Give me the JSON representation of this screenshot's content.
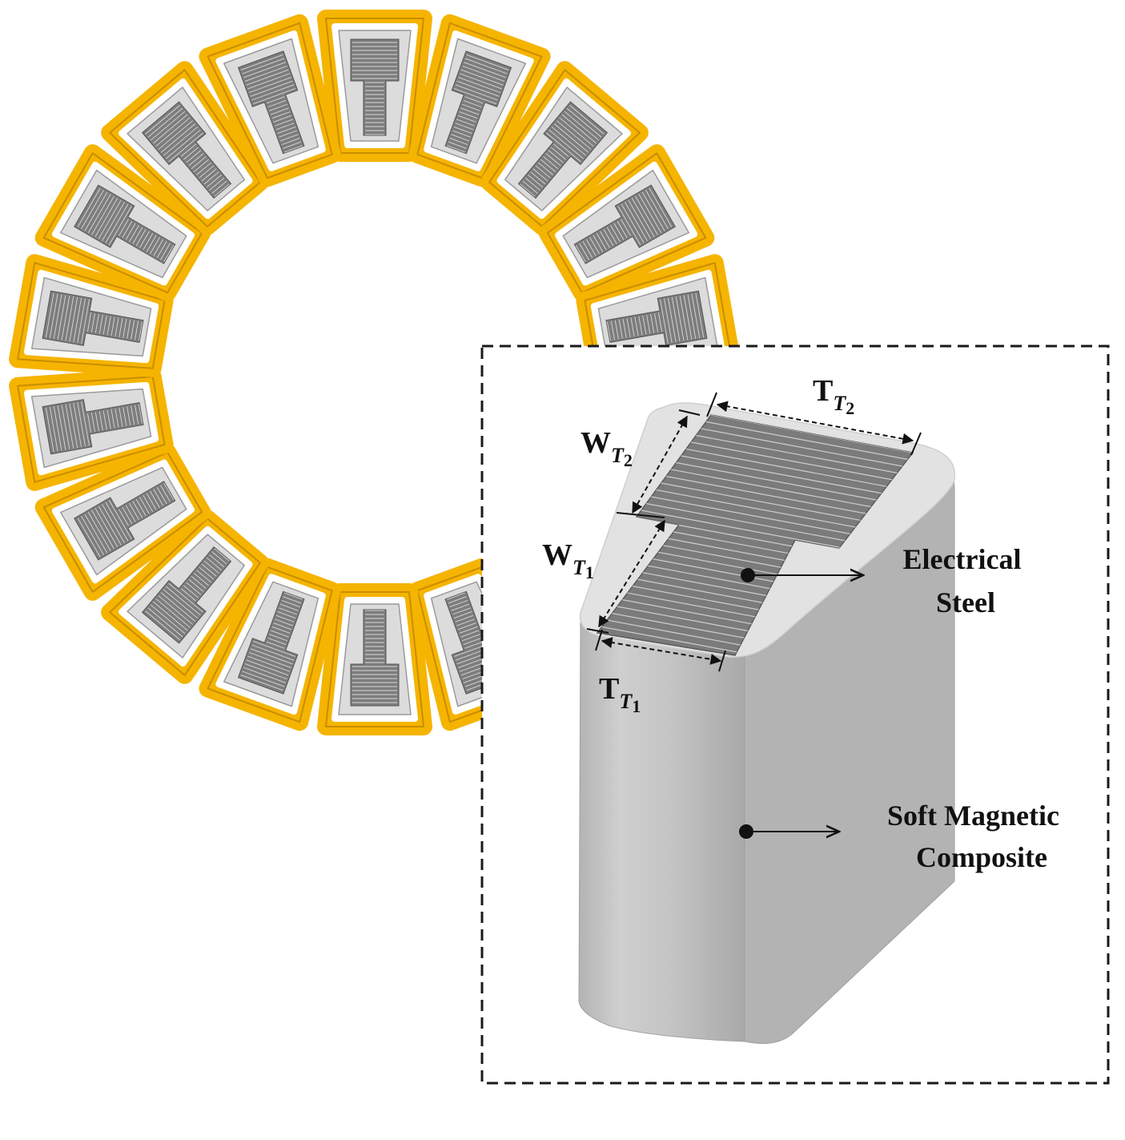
{
  "ring": {
    "module_count": 18,
    "colors": {
      "coil": "#f5b400",
      "coil_edge": "#c98d00",
      "gap": "#ffffff",
      "body": "#dcdcdc",
      "body_edge": "#9a9a9a",
      "steel": "#7d7d7d",
      "steel_line": "#d9d9d9"
    }
  },
  "inset": {
    "frame_color": "#1a1a1a",
    "block_color": "#bdbdbd",
    "top_color": "#e3e3e3",
    "steel_color": "#7b7b7b",
    "labels": {
      "tt2": {
        "base": "T",
        "sub": "T",
        "index": "2"
      },
      "wt2": {
        "base": "W",
        "sub": "T",
        "index": "2"
      },
      "wt1": {
        "base": "W",
        "sub": "T",
        "index": "1"
      },
      "tt1": {
        "base": "T",
        "sub": "T",
        "index": "1"
      }
    },
    "callouts": {
      "electrical_steel": [
        "Electrical",
        "Steel"
      ],
      "smc": [
        "Soft Magnetic",
        "Composite"
      ]
    }
  }
}
